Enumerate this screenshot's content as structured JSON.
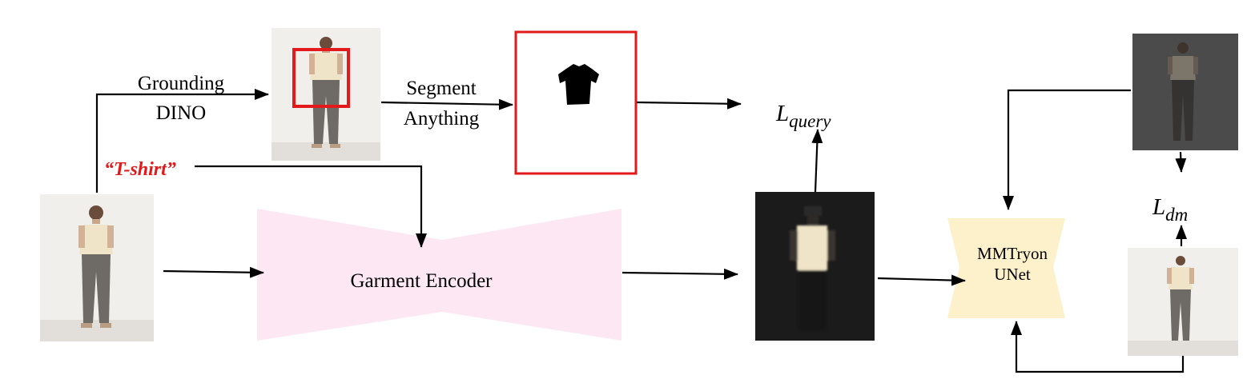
{
  "labels": {
    "grounding_line1": "Grounding",
    "grounding_line2": "DINO",
    "segment_line1": "Segment",
    "segment_line2": "Anything",
    "text_prompt": "“T-shirt”",
    "garment_encoder": "Garment Encoder",
    "loss_query_base": "L",
    "loss_query_sub": "query",
    "loss_dm_base": "L",
    "loss_dm_sub": "dm",
    "unet_line1": "MMTryon",
    "unet_line2": "UNet"
  },
  "colors": {
    "bbox_red": "#e3191b",
    "prompt_red": "#e3191b",
    "encoder_fill": "#fde7f3",
    "unet_fill": "#fdf1cc",
    "photo_bg": "#f1efec",
    "shirt": "#efe4c7",
    "pants": "#6e6a66",
    "dark_bg": "#1b1b1b",
    "gray_bg": "#4b4b4b"
  }
}
